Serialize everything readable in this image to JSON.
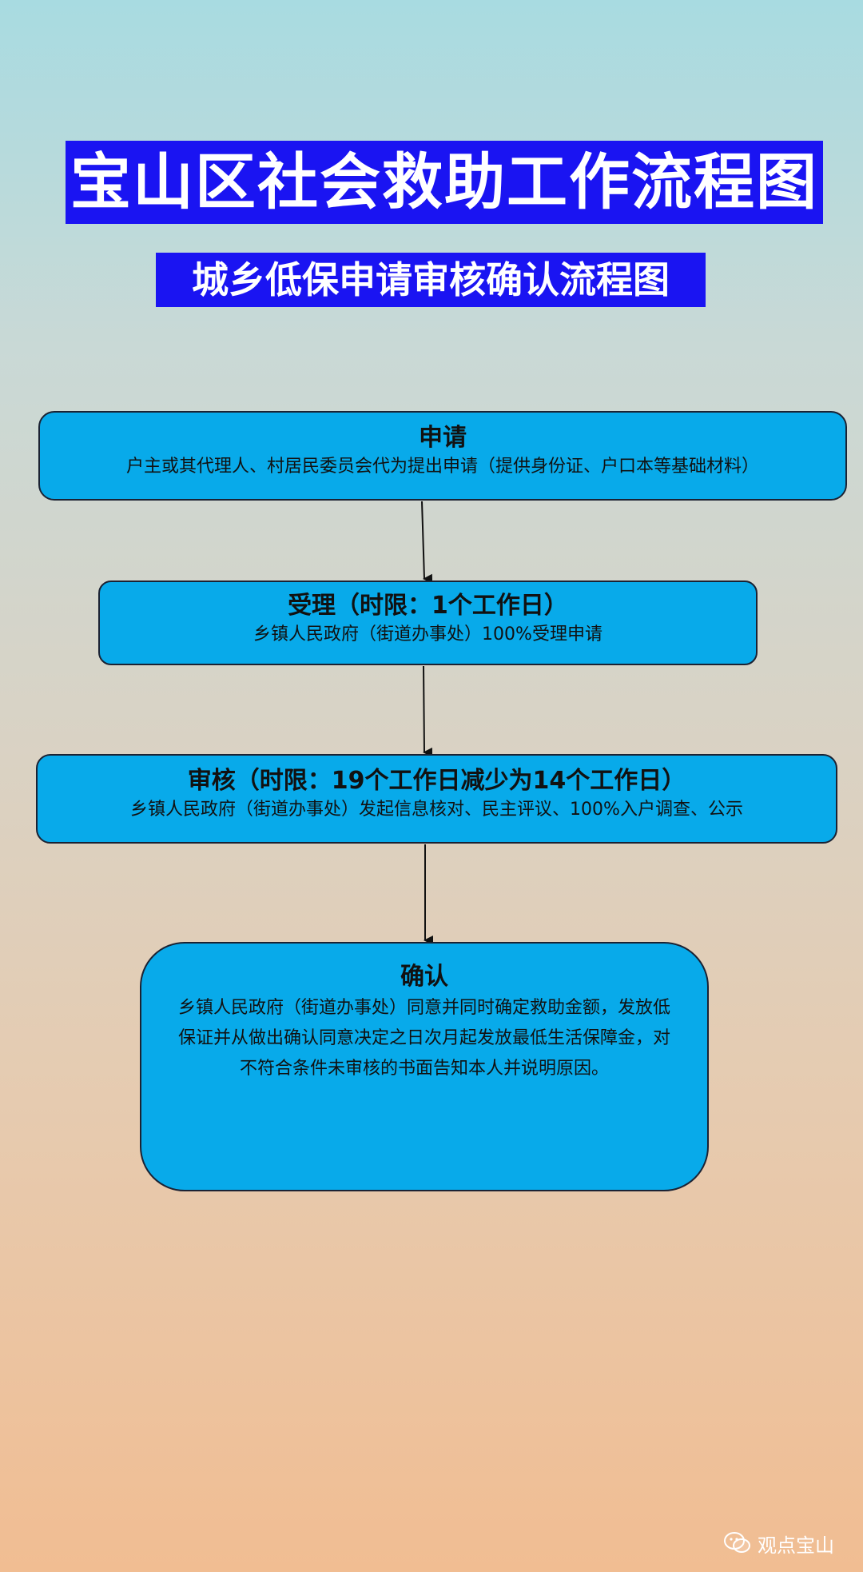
{
  "title": "宝山区社会救助工作流程图",
  "subtitle": "城乡低保申请审核确认流程图",
  "steps": [
    {
      "head": "申请",
      "body": "户主或其代理人、村居民委员会代为提出申请（提供身份证、户口本等基础材料）"
    },
    {
      "head": "受理（时限：1个工作日）",
      "body": "乡镇人民政府（街道办事处）100%受理申请"
    },
    {
      "head": "审核（时限：19个工作日减少为14个工作日）",
      "body": "乡镇人民政府（街道办事处）发起信息核对、民主评议、100%入户调查、公示"
    },
    {
      "head": "确认",
      "body": "乡镇人民政府（街道办事处）同意并同时确定救助金额，发放低保证并从做出确认同意决定之日次月起发放最低生活保障金，对不符合条件未审核的书面告知本人并说明原因。"
    }
  ],
  "watermark": "观点宝山",
  "icon": "wechat-icon",
  "colors": {
    "title_bg": "#1a14f2",
    "box_fill": "#08aaea",
    "box_border": "#1b2233"
  }
}
